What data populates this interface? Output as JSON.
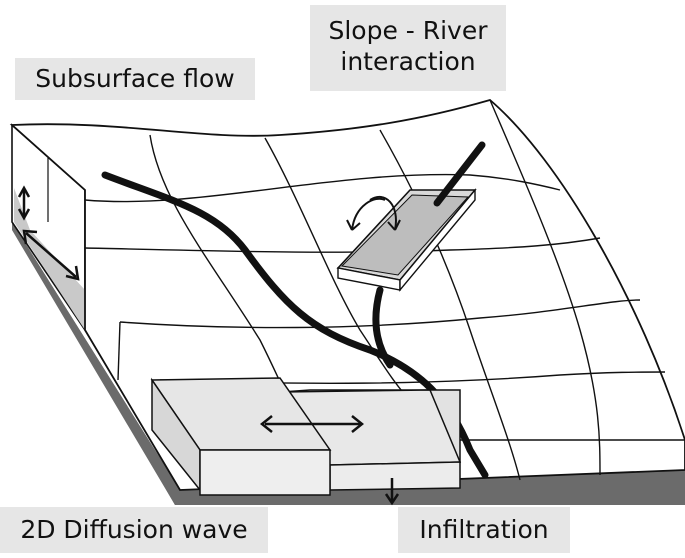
{
  "labels": {
    "subsurface_flow": "Subsurface flow",
    "slope_river_line1": "Slope - River",
    "slope_river_line2": "interaction",
    "diffusion_wave": "2D Diffusion wave",
    "infiltration": "Infiltration"
  },
  "colors": {
    "background": "#ffffff",
    "ground": "#6b6b6b",
    "label_fill": "#e6e6e6",
    "block_fill": "#e2e2e2",
    "channel_fill": "#bdbdbd",
    "stroke": "#111111"
  }
}
